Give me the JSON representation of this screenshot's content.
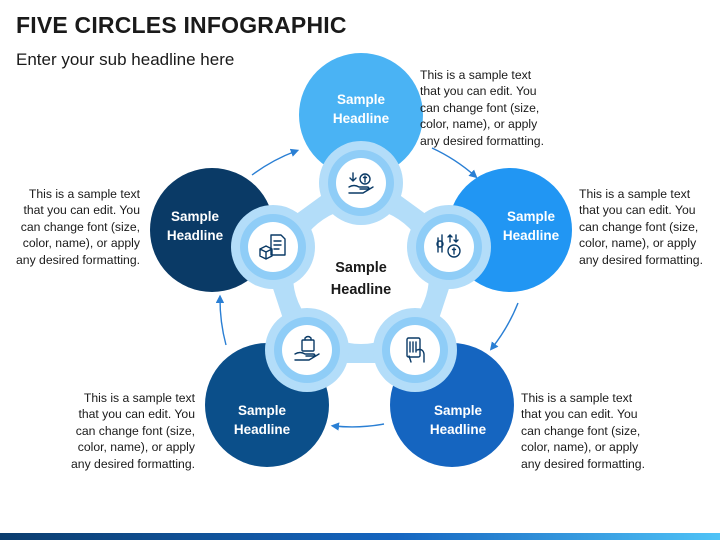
{
  "header": {
    "title": "FIVE CIRCLES INFOGRAPHIC",
    "subtitle": "Enter your sub headline here"
  },
  "center": {
    "line1": "Sample",
    "line2": "Headline"
  },
  "nodes": [
    {
      "line1": "Sample",
      "line2": "Headline",
      "color": "#4ab3f4",
      "icon": "money-hand-icon"
    },
    {
      "line1": "Sample",
      "line2": "Headline",
      "color": "#2196f3",
      "icon": "finance-chart-icon"
    },
    {
      "line1": "Sample",
      "line2": "Headline",
      "color": "#1565c0",
      "icon": "card-payment-icon"
    },
    {
      "line1": "Sample",
      "line2": "Headline",
      "color": "#0b4f8a",
      "icon": "shopping-hand-icon"
    },
    {
      "line1": "Sample",
      "line2": "Headline",
      "color": "#0a3a66",
      "icon": "delivery-document-icon"
    }
  ],
  "descriptions": [
    {
      "lines": [
        "This is a sample text",
        "that you can edit. You",
        "can change font (size,",
        "color, name), or apply",
        "any desired formatting."
      ]
    },
    {
      "lines": [
        "This is a sample text",
        "that you can edit. You",
        "can change font (size,",
        "color, name), or apply",
        "any desired formatting."
      ]
    },
    {
      "lines": [
        "This is a sample text",
        "that you can edit. You",
        "can change font (size,",
        "color, name), or apply",
        "any desired formatting."
      ]
    },
    {
      "lines": [
        "This is a sample text",
        "that you can edit. You",
        "can change font (size,",
        "color, name), or apply",
        "any desired formatting."
      ]
    },
    {
      "lines": [
        "This is a sample text",
        "that you can edit. You",
        "can change font (size,",
        "color, name), or apply",
        "any desired formatting."
      ]
    }
  ],
  "colors": {
    "ring": "#8fcdf7",
    "connector": "#b3ddf9",
    "arrow": "#2a7fd4",
    "iconStroke": "#0a3a66"
  }
}
